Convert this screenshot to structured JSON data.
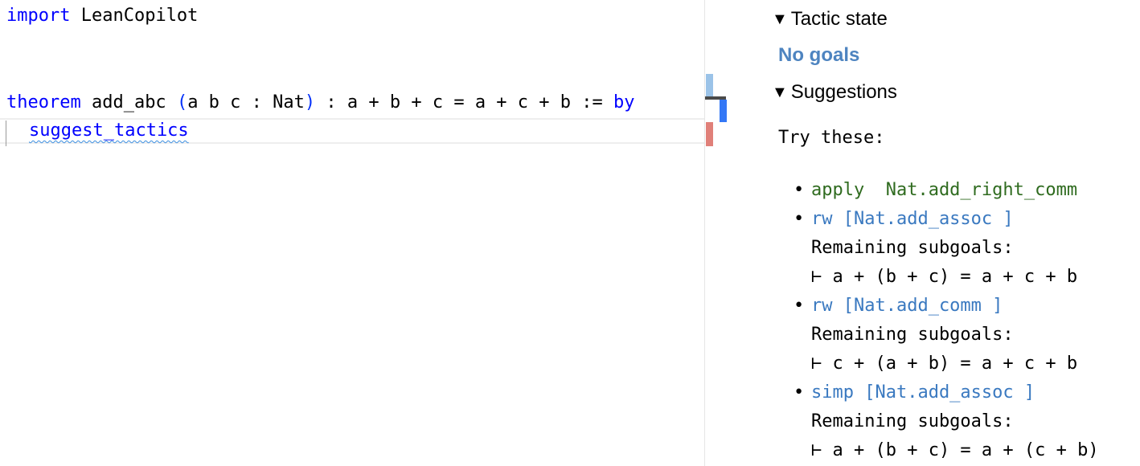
{
  "editor": {
    "line1": {
      "keyword": "import",
      "rest": " LeanCopilot"
    },
    "line2": {
      "keyword": "theorem",
      "name": " add_abc ",
      "open_paren": "(",
      "binders": "a b c : Nat",
      "close_paren": ")",
      "statement": " : a + b + c = a + c + b := ",
      "by": "by"
    },
    "line3": {
      "tactic": "suggest_tactics"
    }
  },
  "infoview": {
    "tactic_state": {
      "label": "Tactic state",
      "triangle": "▼",
      "status": "No goals"
    },
    "suggestions": {
      "label": "Suggestions",
      "triangle": "▼",
      "intro": "Try these:",
      "items": [
        {
          "tactic": "apply  Nat.add_right_comm",
          "subgoals_label": "",
          "subgoal": ""
        },
        {
          "tactic": "rw [Nat.add_assoc ]",
          "subgoals_label": "Remaining subgoals:",
          "subgoal": "⊢ a + (b + c) = a + c + b"
        },
        {
          "tactic": "rw [Nat.add_comm ]",
          "subgoals_label": "Remaining subgoals:",
          "subgoal": "⊢ c + (a + b) = a + c + b"
        },
        {
          "tactic": "simp [Nat.add_assoc ]",
          "subgoals_label": "Remaining subgoals:",
          "subgoal": "⊢ a + (b + c) = a + (c + b)"
        }
      ]
    }
  },
  "colors": {
    "keyword": "#0000ff",
    "tactic_green": "#2f6b1f",
    "tactic_blue": "#3a79c0",
    "no_goals": "#4e84c0"
  }
}
